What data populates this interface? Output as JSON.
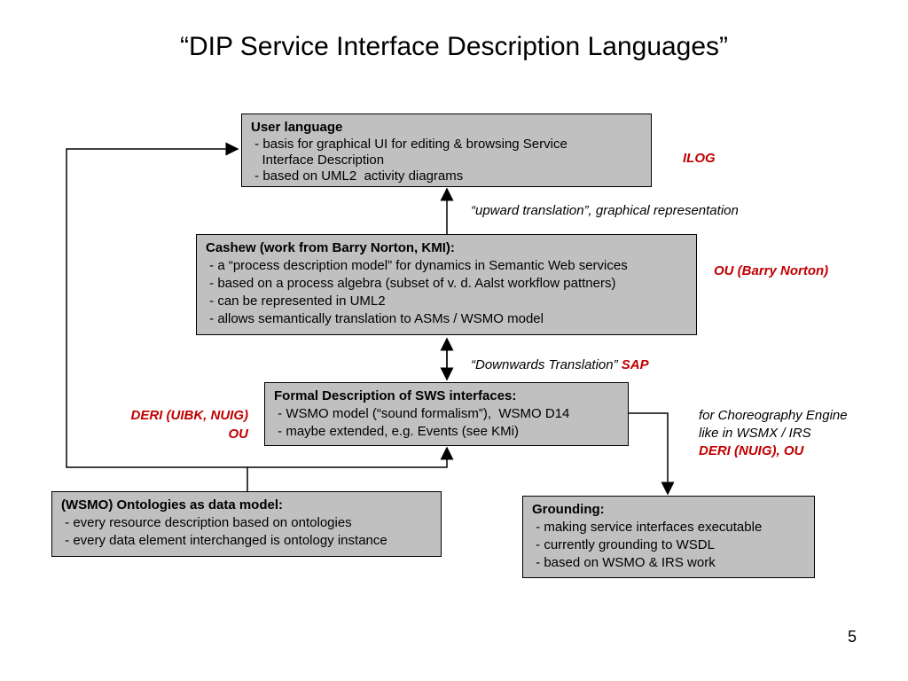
{
  "title": "“DIP Service Interface Description Languages”",
  "boxes": {
    "user": {
      "head": "User language",
      "lines": [
        " - basis for graphical UI for editing & browsing Service",
        "   Interface Description",
        " - based on UML2  activity diagrams"
      ]
    },
    "cashew": {
      "head": "Cashew (work from Barry Norton, KMI):",
      "lines": [
        " - a “process description model” for dynamics in Semantic Web services",
        " - based on a process algebra (subset of v. d. Aalst workflow pattners)",
        " - can be represented in UML2",
        " - allows semantically translation to ASMs / WSMO model"
      ]
    },
    "formal": {
      "head": "Formal Description of SWS interfaces:",
      "lines": [
        " - WSMO model (“sound formalism”),  WSMO D14",
        " - maybe extended, e.g. Events (see KMi)"
      ]
    },
    "ontologies": {
      "head": "(WSMO) Ontologies as data model:",
      "lines": [
        " - every resource description based on ontologies",
        " - every data element interchanged is ontology instance"
      ]
    },
    "grounding": {
      "head": "Grounding:",
      "lines": [
        " - making service interfaces executable",
        " - currently grounding to WSDL",
        " - based on WSMO & IRS work"
      ]
    }
  },
  "notes": {
    "ilog": "ILOG",
    "upward": "“upward translation”, graphical representation",
    "ou_barry": "OU (Barry Norton)",
    "downwards": "“Downwards  Translation”",
    "sap": "SAP",
    "deri_left_1": "DERI (UIBK, NUIG)",
    "deri_left_2": "OU",
    "chor_1": "for Choreography Engine",
    "chor_2": "like in WSMX / IRS",
    "chor_3": "DERI (NUIG), OU"
  },
  "page_number": "5",
  "colors": {
    "box_fill": "#c0c0c0",
    "accent_red": "#c00000"
  }
}
